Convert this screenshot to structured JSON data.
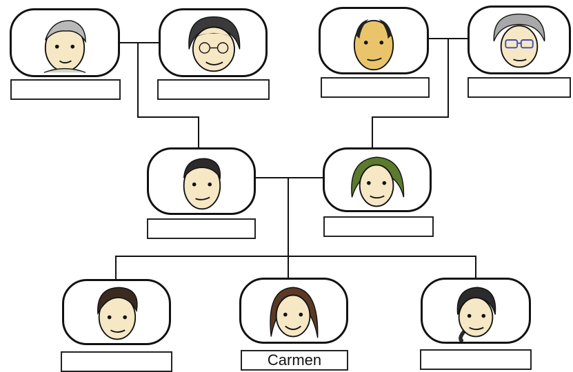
{
  "family_tree": {
    "colors": {
      "outline": "#111111",
      "connector": "#111111",
      "skin": "#f6e7c5",
      "skin_tan": "#e9c46a"
    },
    "members": [
      {
        "id": "grandfather-paternal",
        "name": "",
        "icon": "grey-haired-man-face"
      },
      {
        "id": "grandmother-paternal",
        "name": "",
        "icon": "dark-haired-woman-with-glasses-face"
      },
      {
        "id": "grandfather-maternal",
        "name": "",
        "icon": "balding-man-face"
      },
      {
        "id": "grandmother-maternal",
        "name": "",
        "icon": "grey-haired-woman-with-glasses-face"
      },
      {
        "id": "father",
        "name": "",
        "icon": "dark-haired-man-face"
      },
      {
        "id": "mother",
        "name": "",
        "icon": "green-haired-woman-face"
      },
      {
        "id": "brother",
        "name": "",
        "icon": "boy-face"
      },
      {
        "id": "carmen",
        "name": "Carmen",
        "icon": "girl-long-hair-face"
      },
      {
        "id": "sister",
        "name": "",
        "icon": "girl-ponytail-face"
      }
    ]
  }
}
